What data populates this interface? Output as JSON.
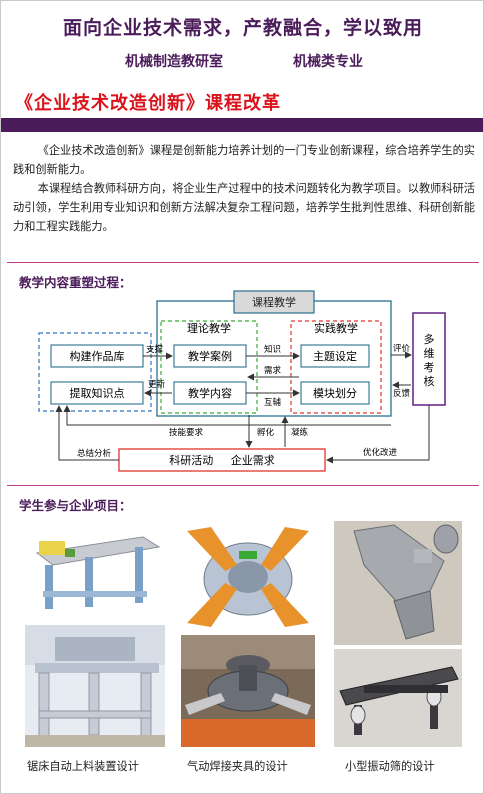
{
  "header": {
    "title": "面向企业技术需求，产教融合，学以致用",
    "left": "机械制造教研室",
    "right": "机械类专业",
    "course": "《企业技术改造创新》课程改革"
  },
  "intro": {
    "p1": "《企业技术改造创新》课程是创新能力培养计划的一门专业创新课程，综合培养学生的实践和创新能力。",
    "p2": "本课程结合教师科研方向，将企业生产过程中的技术问题转化为教学项目。以教师科研活动引领，学生利用专业知识和创新方法解决复杂工程问题，培养学生批判性思维、科研创新能力和工程实践能力。"
  },
  "section1": {
    "title": "教学内容重塑过程："
  },
  "flow": {
    "course_box": "课程教学",
    "theory": "理论教学",
    "practice": "实践教学",
    "build_lib": "构建作品库",
    "extract": "提取知识点",
    "case": "教学案例",
    "content": "教学内容",
    "topic": "主题设定",
    "module": "模块划分",
    "assess": "多维考核",
    "research_row": "科研活动     企业需求",
    "support": "支撑",
    "update": "更新",
    "knowledge": "知识",
    "demand": "需求",
    "mutual": "互辅",
    "evaluate": "评价",
    "feedback": "反馈",
    "skills": "技能要求",
    "incubate": "孵化",
    "cohere": "凝练",
    "summary": "总结分析",
    "optimize": "优化改进"
  },
  "section2": {
    "title": "学生参与企业项目："
  },
  "captions": {
    "c1": "锯床自动上料装置设计",
    "c2": "气动焊接夹具的设计",
    "c3": "小型振动筛的设计"
  }
}
